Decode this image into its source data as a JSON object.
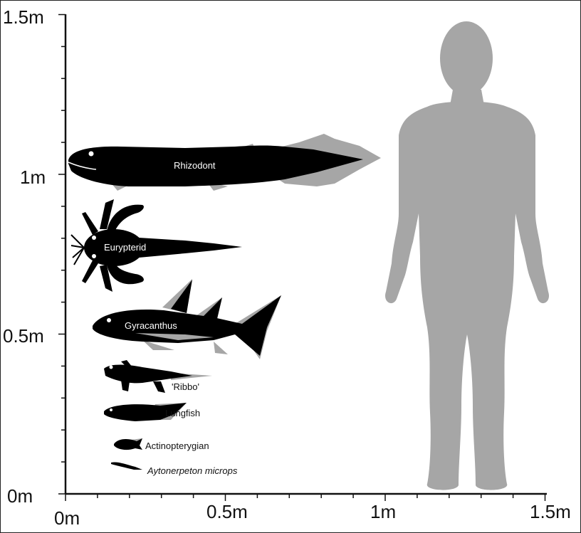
{
  "axes": {
    "y_ticks": [
      {
        "label": "1.5m",
        "value": 1.5
      },
      {
        "label": "1m",
        "value": 1.0
      },
      {
        "label": "0.5m",
        "value": 0.5
      },
      {
        "label": "0m",
        "value": 0.0
      }
    ],
    "x_ticks": [
      {
        "label": "0m",
        "value": 0.0
      },
      {
        "label": "0.5m",
        "value": 0.5
      },
      {
        "label": "1m",
        "value": 1.0
      },
      {
        "label": "1.5m",
        "value": 1.5
      }
    ]
  },
  "animals": {
    "rhizodont": "Rhizodont",
    "eurypterid": "Eurypterid",
    "gyracanthus": "Gyracanthus",
    "ribbo": "'Ribbo'",
    "lungfish": "Lungfish",
    "actinopterygian": "Actinopterygian",
    "aytonerpeton": "Aytonerpeton microps"
  },
  "colors": {
    "silhouette": "#000000",
    "shading": "#a6a6a6",
    "human": "#a6a6a6",
    "axis": "#111111"
  }
}
